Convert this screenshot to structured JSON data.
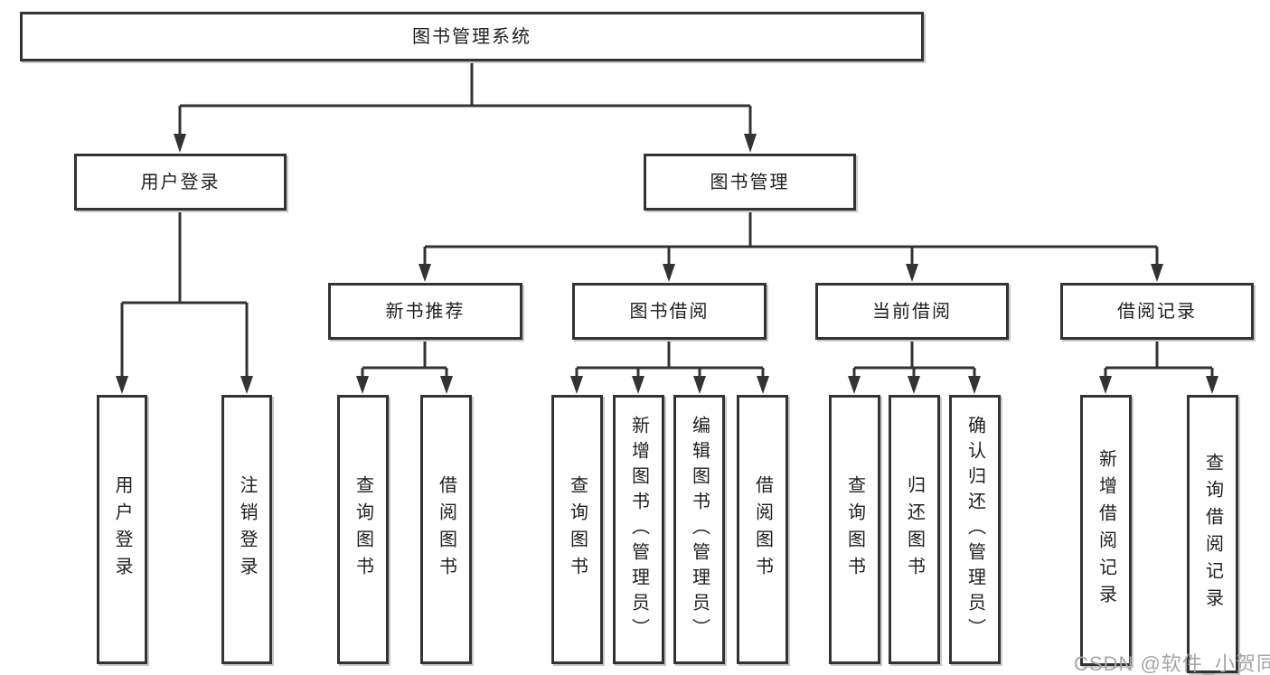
{
  "tree": {
    "root": {
      "label": "图书管理系统",
      "children": [
        {
          "label": "用户登录",
          "children": [
            {
              "label": "用户登录"
            },
            {
              "label": "注销登录"
            }
          ]
        },
        {
          "label": "图书管理",
          "children": [
            {
              "label": "新书推荐",
              "children": [
                {
                  "label": "查询图书"
                },
                {
                  "label": "借阅图书"
                }
              ]
            },
            {
              "label": "图书借阅",
              "children": [
                {
                  "label": "查询图书"
                },
                {
                  "label": "新增图书（管理员）"
                },
                {
                  "label": "编辑图书（管理员）"
                },
                {
                  "label": "借阅图书"
                }
              ]
            },
            {
              "label": "当前借阅",
              "children": [
                {
                  "label": "查询图书"
                },
                {
                  "label": "归还图书"
                },
                {
                  "label": "确认归还（管理员）"
                }
              ]
            },
            {
              "label": "借阅记录",
              "children": [
                {
                  "label": "新增借阅记录"
                },
                {
                  "label": "查询借阅记录"
                }
              ]
            }
          ]
        }
      ]
    }
  },
  "watermark": {
    "text": "CSDN @软件_小贺同学"
  },
  "colors": {
    "line": "#333333",
    "text": "#1f1f1f",
    "box_shadow": "#c9c9c9",
    "watermark": "#a5a5a5",
    "background": "#ffffff"
  }
}
